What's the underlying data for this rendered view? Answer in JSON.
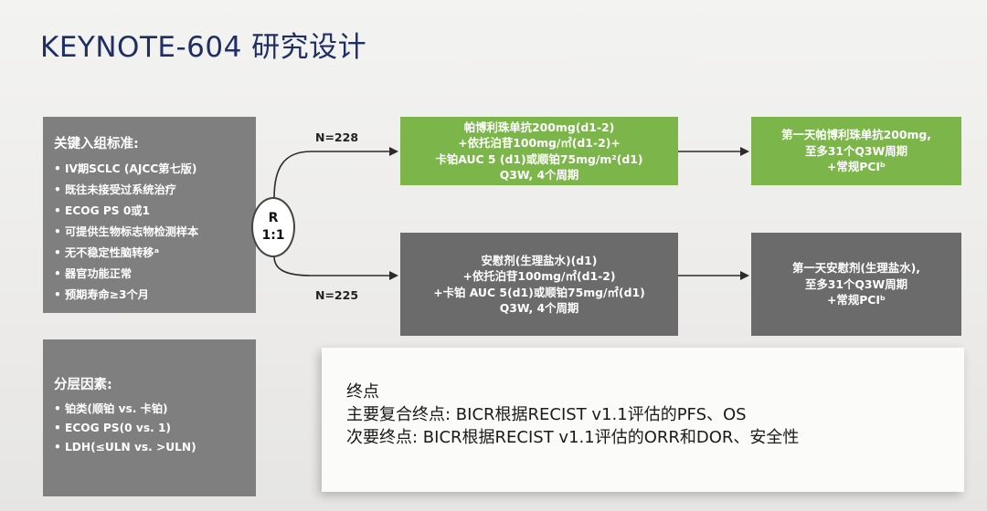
{
  "title": "KEYNOTE-604 研究设计",
  "criteria": {
    "heading": "关键入组标准:",
    "items": [
      "IV期SCLC (AJCC第七版)",
      "既往未接受过系统治疗",
      "ECOG PS  0或1",
      "可提供生物标志物检测样本",
      "无不稳定性脑转移ᵃ",
      "器官功能正常",
      "预期寿命≥3个月"
    ]
  },
  "randomization": {
    "line1": "R",
    "line2": "1:1"
  },
  "arms": [
    {
      "n_label": "N=228",
      "treatment": [
        "帕博利珠单抗200mg(d1-2)",
        "+依托泊苷100mg/㎡(d1-2)+",
        "卡铂AUC 5 (d1)或顺铂75mg/m²(d1)",
        "Q3W, 4个周期"
      ],
      "continuation": [
        "第一天帕博利珠单抗200mg,",
        "至多31个Q3W周期",
        "+常规PCIᵇ"
      ]
    },
    {
      "n_label": "N=225",
      "treatment": [
        "安慰剂(生理盐水)(d1)",
        "+依托泊苷100mg/㎡(d1-2)",
        "+卡铂 AUC 5(d1)或顺铂75mg/㎡(d1)",
        "Q3W, 4个周期"
      ],
      "continuation": [
        "第一天安慰剂(生理盐水),",
        "至多31个Q3W周期",
        "+常规PCIᵇ"
      ]
    }
  ],
  "strata": {
    "heading": "分层因素:",
    "items": [
      "铂类(顺铂 vs. 卡铂)",
      "ECOG PS(0 vs. 1)",
      "LDH(≤ULN vs. >ULN)"
    ]
  },
  "endpoints": {
    "heading": "终点",
    "primary": "主要复合终点: BICR根据RECIST v1.1评估的PFS、OS",
    "secondary": "次要终点: BICR根据RECIST v1.1评估的ORR和DOR、安全性"
  },
  "colors": {
    "title": "#1f2f66",
    "experimental_arm": "#7cb64a",
    "control_arm": "#6b6b6b",
    "criteria_box": "#7f7f7f"
  }
}
